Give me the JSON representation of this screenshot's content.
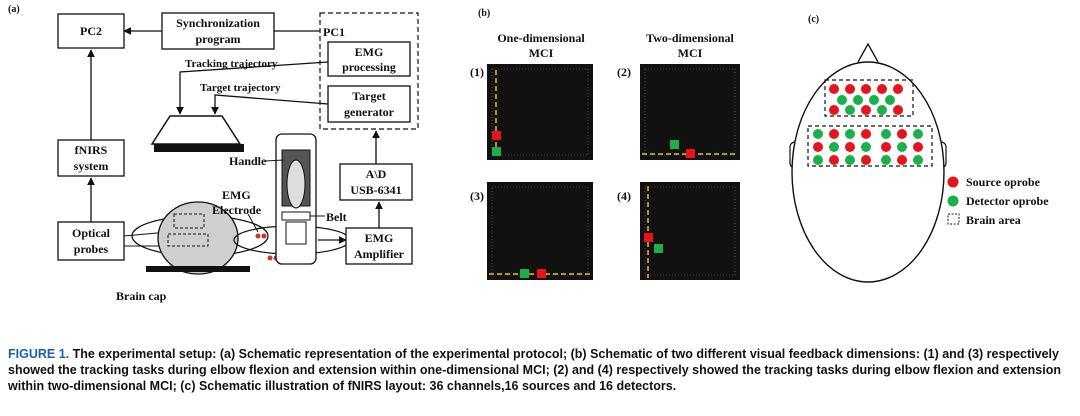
{
  "figure": {
    "panel_a": {
      "tag": "(a)",
      "pc2": "PC2",
      "sync_line1": "Synchronization",
      "sync_line2": "program",
      "pc1": "PC1",
      "emg_proc_line1": "EMG",
      "emg_proc_line2": "processing",
      "target_gen_line1": "Target",
      "target_gen_line2": "generator",
      "tracking_traj": "Tracking trajectory",
      "target_traj": "Target trajectory",
      "fnirs_line1": "fNIRS",
      "fnirs_line2": "system",
      "handle": "Handle",
      "emg_electrode_line1": "EMG",
      "emg_electrode_line2": "Electrode",
      "belt": "Belt",
      "ad_line1": "A\\D",
      "ad_line2": "USB-6341",
      "optical_line1": "Optical",
      "optical_line2": "probes",
      "emg_amp_line1": "EMG",
      "emg_amp_line2": "Amplifier",
      "brain_cap": "Brain cap"
    },
    "panel_b": {
      "tag": "(b)",
      "col1_line1": "One-dimensional",
      "col1_line2": "MCI",
      "col2_line1": "Two-dimensional",
      "col2_line2": "MCI",
      "screens": [
        {
          "label": "(1)"
        },
        {
          "label": "(2)"
        },
        {
          "label": "(3)"
        },
        {
          "label": "(4)"
        }
      ]
    },
    "panel_c": {
      "tag": "(c)",
      "legend": [
        {
          "label": "Source oprobe",
          "color": "#e8141c",
          "icon": "red-dot"
        },
        {
          "label": "Detector oprobe",
          "color": "#1bb04a",
          "icon": "green-dot"
        },
        {
          "label": "Brain area",
          "icon": "dashed-square"
        }
      ]
    }
  },
  "caption": {
    "label": "FIGURE 1.",
    "text": "The experimental setup: (a) Schematic representation of the experimental protocol; (b) Schematic of two different visual feedback dimensions: (1) and (3) respectively showed the tracking tasks during elbow flexion and extension within one-dimensional MCI; (2) and (4) respectively showed the tracking tasks during elbow flexion and extension within two-dimensional MCI; (c) Schematic illustration of fNIRS layout: 36 channels,16 sources and 16 detectors."
  },
  "colors": {
    "source": "#e8141c",
    "detector": "#1bb04a",
    "screen_bg": "#111111",
    "trajectory": "#e8c21a",
    "caption_label": "#1d5fa8"
  }
}
